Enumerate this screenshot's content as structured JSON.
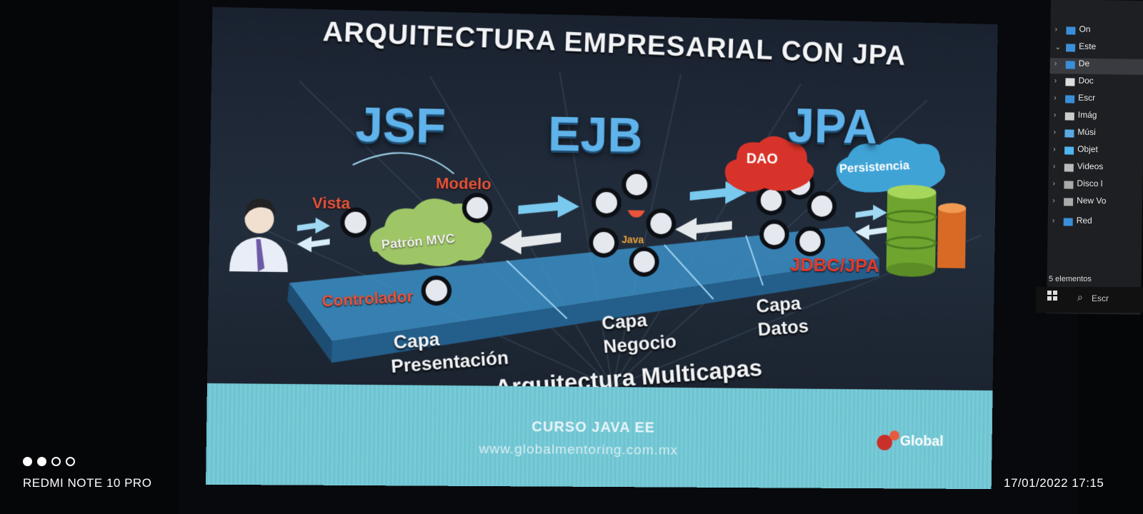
{
  "slide": {
    "title": "ARQUITECTURA EMPRESARIAL CON JPA",
    "tech": {
      "jsf": "JSF",
      "ejb": "EJB",
      "jpa": "JPA"
    },
    "labels": {
      "vista": "Vista",
      "modelo": "Modelo",
      "patron_mvc": "Patrón MVC",
      "controlador": "Controlador",
      "java": "Java",
      "dao": "DAO",
      "persistencia": "Persistencia",
      "jdbc_jpa": "JDBC/JPA",
      "capa_presentacion": [
        "Capa",
        "Presentación"
      ],
      "capa_negocio": [
        "Capa",
        "Negocio"
      ],
      "capa_datos": [
        "Capa",
        "Datos"
      ],
      "multicapas": "Arquitectura Multicapas"
    },
    "footer": {
      "course": "CURSO JAVA EE",
      "url": "www.globalmentoring.com.mx",
      "logo": "Global"
    },
    "colors": {
      "accent_blue": "#5fb3ea",
      "label_red": "#e9543b",
      "banner": "#72c5d2",
      "db_green": "#8bc34a",
      "db_orange": "#e0762d"
    }
  },
  "explorer": {
    "items": [
      {
        "label": "On",
        "icon": "cloud-icon"
      },
      {
        "label": "Este",
        "icon": "computer-icon"
      },
      {
        "label": "De",
        "icon": "download-icon"
      },
      {
        "label": "Doc",
        "icon": "document-icon"
      },
      {
        "label": "Escr",
        "icon": "desktop-icon"
      },
      {
        "label": "Imág",
        "icon": "image-icon"
      },
      {
        "label": "Músi",
        "icon": "music-icon"
      },
      {
        "label": "Objet",
        "icon": "cube-icon"
      },
      {
        "label": "Videos",
        "icon": "video-icon"
      },
      {
        "label": "Disco l",
        "icon": "drive-icon"
      },
      {
        "label": "New Vo",
        "icon": "drive-icon"
      },
      {
        "label": "Red",
        "icon": "network-icon"
      }
    ],
    "status": "5 elementos",
    "search": "Escr"
  },
  "overlay": {
    "device": "REDMI NOTE 10 PRO",
    "timestamp": "17/01/2022 17:15"
  }
}
